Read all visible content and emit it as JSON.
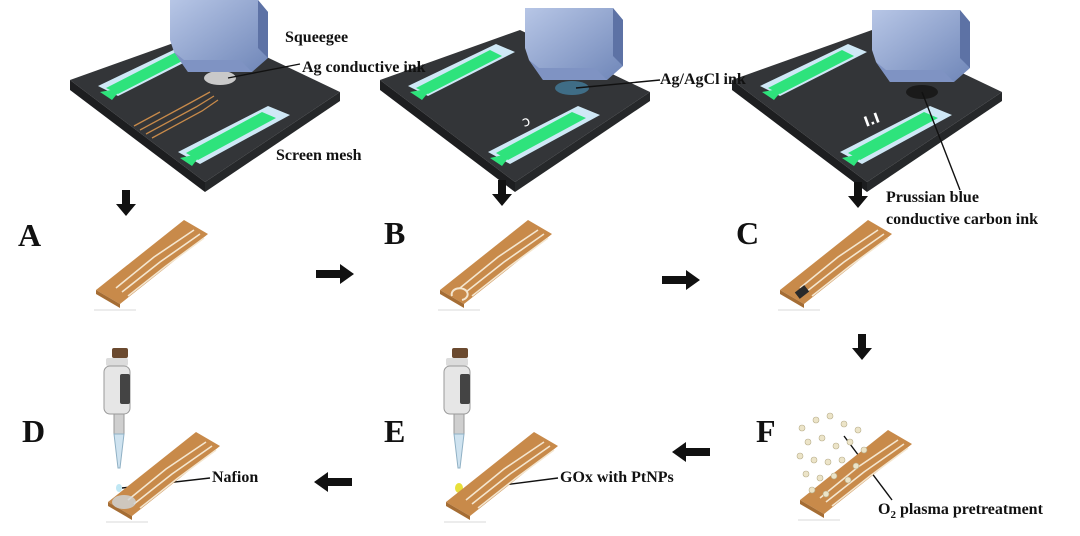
{
  "panels": {
    "a": "A",
    "b": "B",
    "c": "C",
    "d": "D",
    "e": "E",
    "f": "F"
  },
  "labels": {
    "squeegee": "Squeegee",
    "ag_ink": "Ag conductive ink",
    "screen_mesh": "Screen mesh",
    "agagcl_ink": "Ag/AgCl ink",
    "prussian_line1": "Prussian blue",
    "prussian_line2": "conductive carbon ink",
    "nafion": "Nafion",
    "gox": "GOx with PtNPs",
    "o2_prefix": "O",
    "o2_sub": "2",
    "o2_rest": " plasma pretreatment"
  },
  "colors": {
    "mesh": "#333538",
    "lane": "#cfe8f6",
    "arrow_green": "#2ee37c",
    "squeegee": "#8a9ec9",
    "electrode": "#c88a4a",
    "trace": "#f4e6cf",
    "arrow": "#111111"
  }
}
